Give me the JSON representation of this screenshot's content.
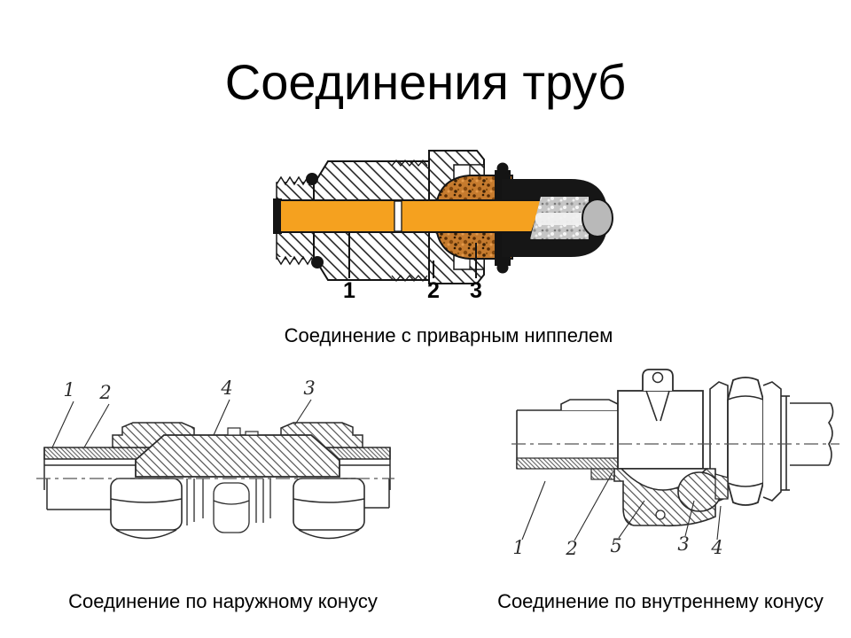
{
  "slide": {
    "title": "Соединения труб",
    "background": "#ffffff",
    "text_color": "#000000",
    "drawing_line_color": "#2b2b2b"
  },
  "figures": {
    "welded_nipple": {
      "caption": "Соединение с приварным ниппелем",
      "callouts": [
        "1",
        "2",
        "3"
      ],
      "colors": {
        "tube_orange": "#f5a11f",
        "nipple_brown": "#c67b2e",
        "sleeve_black": "#161616",
        "pipe_grey": "#c6c6c6"
      }
    },
    "outer_cone": {
      "caption": "Соединение по наружному конусу",
      "callouts": [
        "1",
        "2",
        "4",
        "3"
      ]
    },
    "inner_cone": {
      "caption": "Соединение по внутреннему конусу",
      "callouts": [
        "1",
        "2",
        "5",
        "3",
        "4"
      ]
    }
  }
}
